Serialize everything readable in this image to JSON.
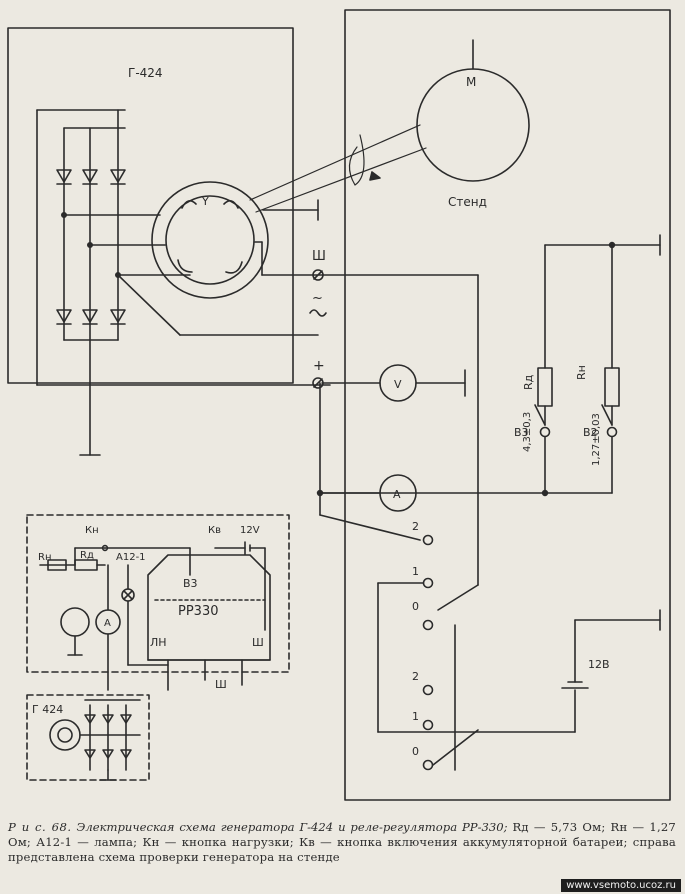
{
  "generator_label": "Г-424",
  "motor_label": "М",
  "stand_label": "Стенд",
  "rotor_label": "Y",
  "terminals": {
    "field": "Ш",
    "ac": "~",
    "plus": "+"
  },
  "voltmeter": "V",
  "ammeter": "A",
  "resistor_rd": {
    "name": "Rд",
    "value": "4,3±0,3"
  },
  "resistor_rn": {
    "name": "Rн",
    "value": "1,27±0,03"
  },
  "switch_v3": "В3",
  "switch_v2": "В2",
  "switch_positions": [
    "2",
    "1",
    "0"
  ],
  "battery_stand": "12В",
  "regulator": {
    "name": "РР330",
    "b3": "В3",
    "ln": "ЛН",
    "sh": "Ш",
    "kn": "Кн",
    "kv": "Кв",
    "v12": "12V",
    "rd": "Rд",
    "rn": "Rн",
    "lamp": "А12-1",
    "ammeter": "A",
    "sh_wire": "Ш",
    "gen2": "Г 424"
  },
  "caption": {
    "fig_label": "Р и с. 68.",
    "fig_title": "Электрическая схема генератора Г-424 и реле-регулятора РР-330;",
    "legend": "Rд — 5,73 Ом; Rн — 1,27 Ом; А12-1 — лампа; Кн — кнопка нагрузки; Кв — кнопка включения аккумуляторной батареи; справа представлена схема проверки генератора на стенде"
  },
  "watermark": "www.vsemoto.ucoz.ru"
}
